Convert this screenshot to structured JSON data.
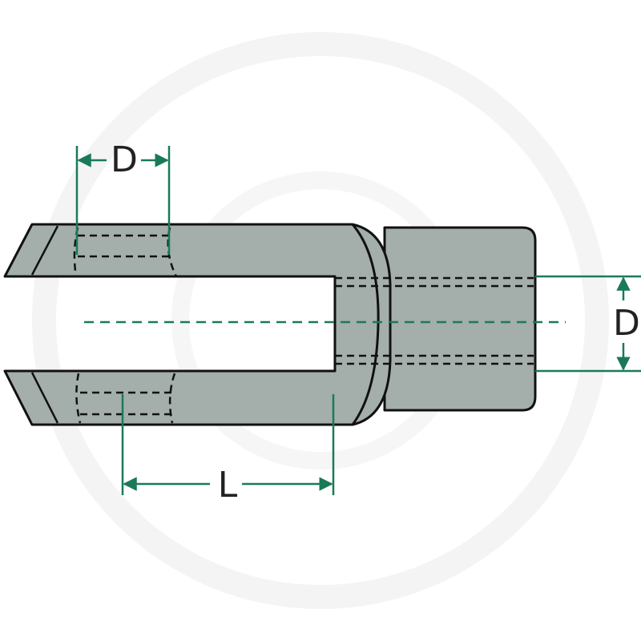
{
  "diagram": {
    "labels": {
      "top_diameter": "D",
      "right_diameter": "D",
      "length": "L"
    },
    "colors": {
      "background": "#ffffff",
      "watermark": "#f4f4f4",
      "body_fill": "#a4aeaa",
      "outline": "#111111",
      "dimension_line": "#1a7a57",
      "hidden_line": "#111111"
    }
  }
}
